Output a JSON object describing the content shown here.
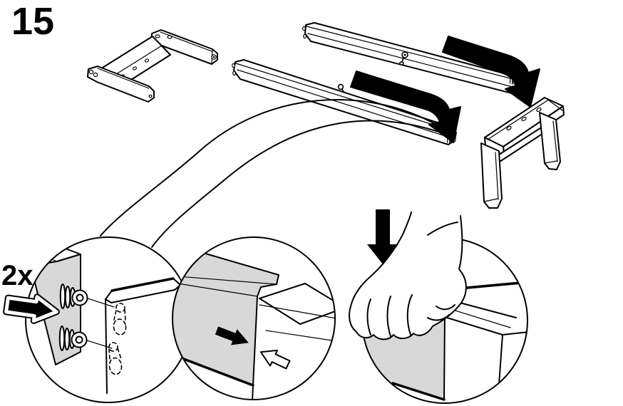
{
  "colors": {
    "background": "#ffffff",
    "line": "#000000",
    "shade": "#d8d8d8"
  },
  "step": {
    "number": "15"
  },
  "main_view": {
    "parts": [
      {
        "name": "end-frame-flat"
      },
      {
        "name": "side-rail-upper"
      },
      {
        "name": "side-rail-lower"
      },
      {
        "name": "end-frame-upright"
      }
    ],
    "arrows": [
      {
        "name": "insert-arrow-upper"
      },
      {
        "name": "insert-arrow-lower"
      }
    ]
  },
  "detail_views": [
    {
      "name": "detail-dowel-alignment",
      "quantity": "2x"
    },
    {
      "name": "detail-push-together"
    },
    {
      "name": "detail-press-down"
    }
  ]
}
